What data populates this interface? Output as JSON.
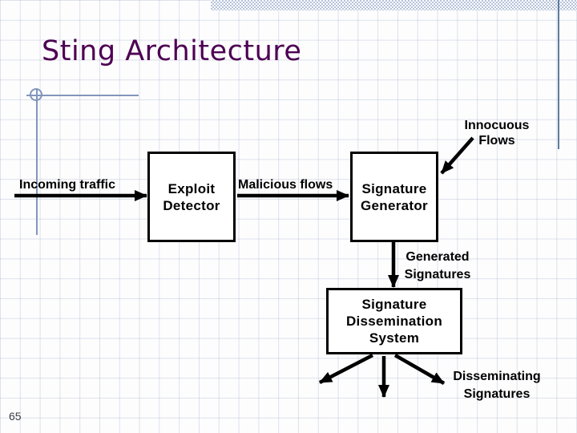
{
  "slide": {
    "title": "Sting Architecture",
    "page_number": "65"
  },
  "colors": {
    "title_text": "#4d0052",
    "diagram_text": "#000000",
    "box_border": "#000000",
    "arrow": "#000000",
    "decor_lines": "#8296bb",
    "right_accent_line": "#5f7c9e",
    "top_accent_bar": "#b6c3db",
    "grid_line": "#aab4cd",
    "background": "#fdfdfe"
  },
  "diagram": {
    "boxes": {
      "exploit_detector": {
        "lines": [
          "Exploit",
          "Detector"
        ]
      },
      "signature_generator": {
        "lines": [
          "Signature",
          "Generator"
        ]
      },
      "signature_dissemination": {
        "lines": [
          "Signature",
          "Dissemination",
          "System"
        ]
      }
    },
    "labels": {
      "incoming_traffic": "Incoming traffic",
      "malicious_flows": "Malicious flows",
      "innocuous_flows": {
        "lines": [
          "Innocuous",
          "Flows"
        ]
      },
      "generated_signatures": {
        "lines": [
          "Generated",
          "Signatures"
        ]
      },
      "disseminating_signatures": {
        "lines": [
          "Disseminating",
          "Signatures"
        ]
      }
    }
  }
}
